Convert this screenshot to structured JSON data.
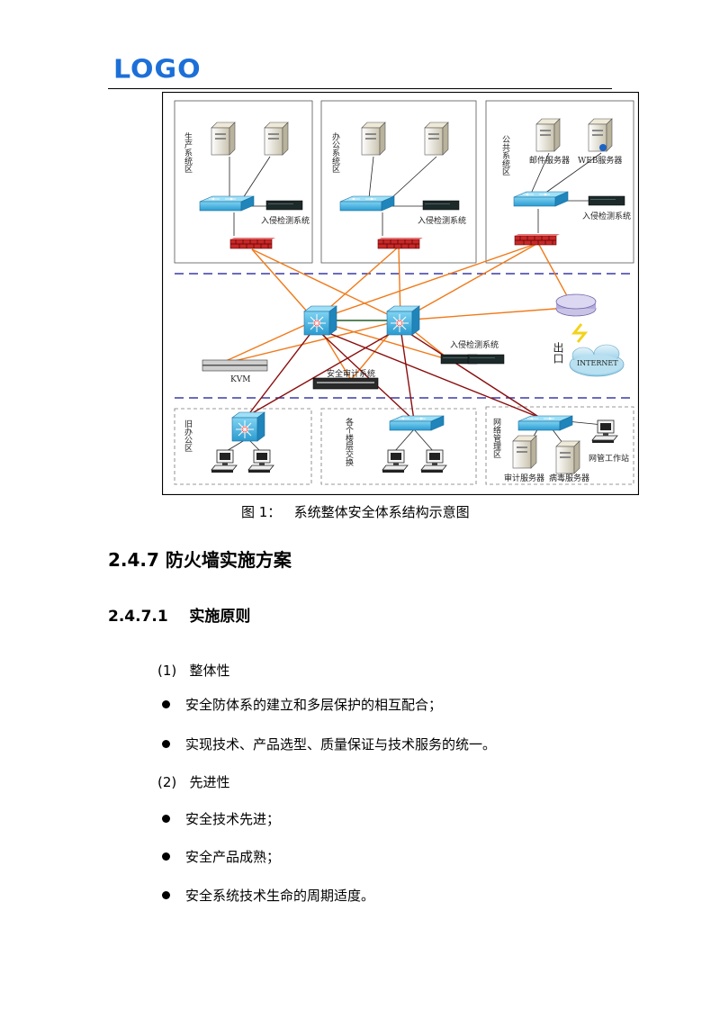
{
  "header": {
    "logo_text": "LOGO"
  },
  "diagram": {
    "zones": {
      "production": "生产系统区",
      "office": "办公系统区",
      "public": "公共系统区",
      "old_office": "旧办公区",
      "floor_switch": "各个楼层交换",
      "network_mgmt": "网络管理区"
    },
    "labels": {
      "ids1": "入侵检测系统",
      "ids2": "入侵检测系统",
      "ids3": "入侵检测系统",
      "ids_core": "入侵检测系统",
      "mail_server": "邮件服务器",
      "web_server": "WEB服务器",
      "kvm": "KVM",
      "audit_system": "安全审计系统",
      "exit": "出口",
      "internet": "INTERNET",
      "audit_server": "审计服务器",
      "av_server": "病毒服务器",
      "nms_station": "网管工作站"
    }
  },
  "caption": "图 1：   系统整体安全体系结构示意图",
  "section": {
    "heading": "2.4.7 防火墙实施方案",
    "subheading": "2.4.7.1    实施原则",
    "items": [
      "(1)   整体性",
      "安全防体系的建立和多层保护的相互配合；",
      "实现技术、产品选型、质量保证与技术服务的统一。",
      "(2)   先进性",
      "安全技术先进；",
      "安全产品成熟；",
      "安全系统技术生命的周期适度。"
    ]
  }
}
